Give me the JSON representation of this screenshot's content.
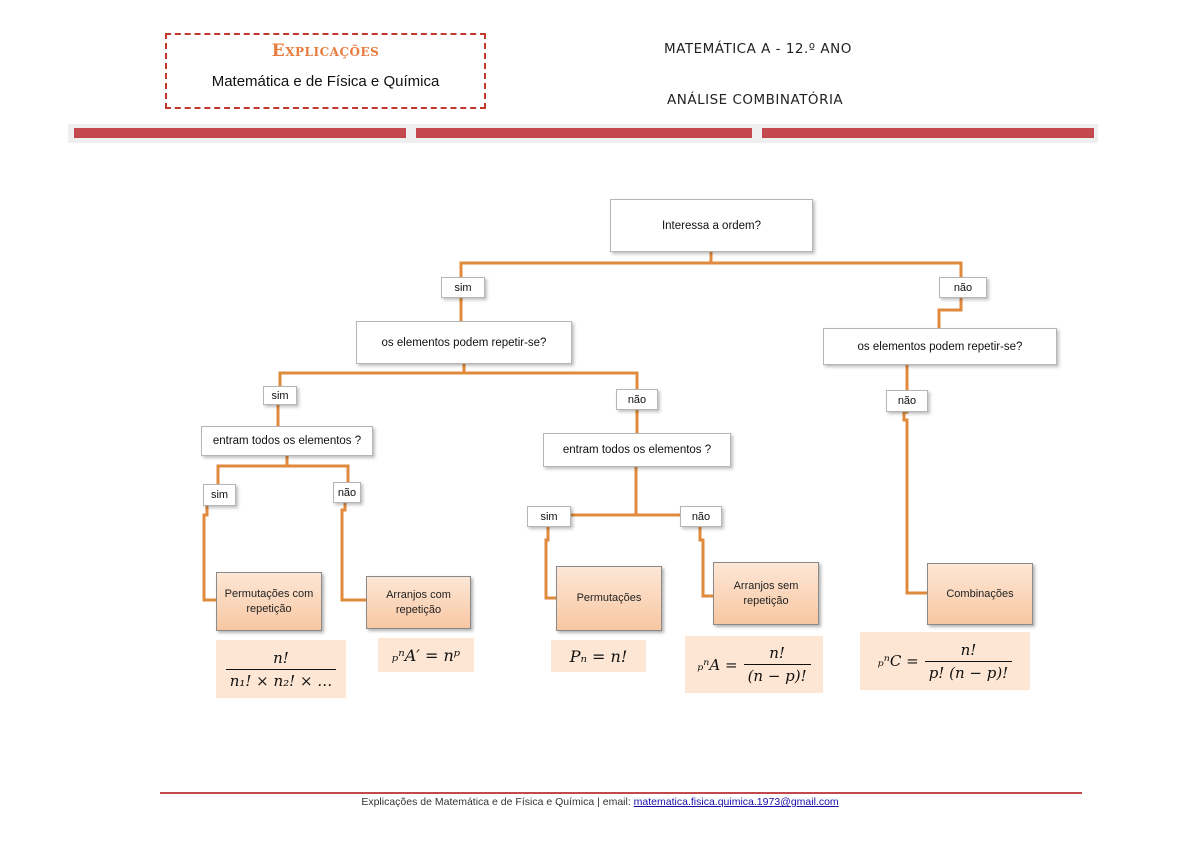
{
  "header": {
    "brand_title": "Explicações",
    "brand_subtitle": "Matemática e de Física e Química",
    "subject": "MATEMÁTICA A - 12.º ANO",
    "topic": "ANÁLISE COMBINATÓRIA"
  },
  "diagram": {
    "root_question": "Interessa a ordem?",
    "yes": "sim",
    "no": "não",
    "repeat_question": "os elementos podem repetir-se?",
    "all_question": "entram todos os elementos ?",
    "results": {
      "perm_rep": "Permutações com repetição",
      "arr_rep": "Arranjos com repetição",
      "perm": "Permutações",
      "arr_norep": "Arranjos sem repetição",
      "comb": "Combinações"
    },
    "formulas": {
      "perm_rep_num": "n!",
      "perm_rep_den": "n₁! × n₂! × …",
      "arr_rep": "ₚⁿA′ = nᵖ",
      "perm": "Pₙ = n!",
      "arr_lhs": "ₚⁿA =",
      "arr_num": "n!",
      "arr_den": "(n − p)!",
      "comb_lhs": "ₚⁿC =",
      "comb_num": "n!",
      "comb_den": "p! (n − p)!"
    }
  },
  "colors": {
    "accent_orange": "#e08a3c",
    "header_red": "#c4494e",
    "result_fill": "#f8c7a2"
  },
  "footer": {
    "text": "Explicações de Matemática e de Física e Química | email: ",
    "email": "matematica.fisica.quimica.1973@gmail.com"
  }
}
